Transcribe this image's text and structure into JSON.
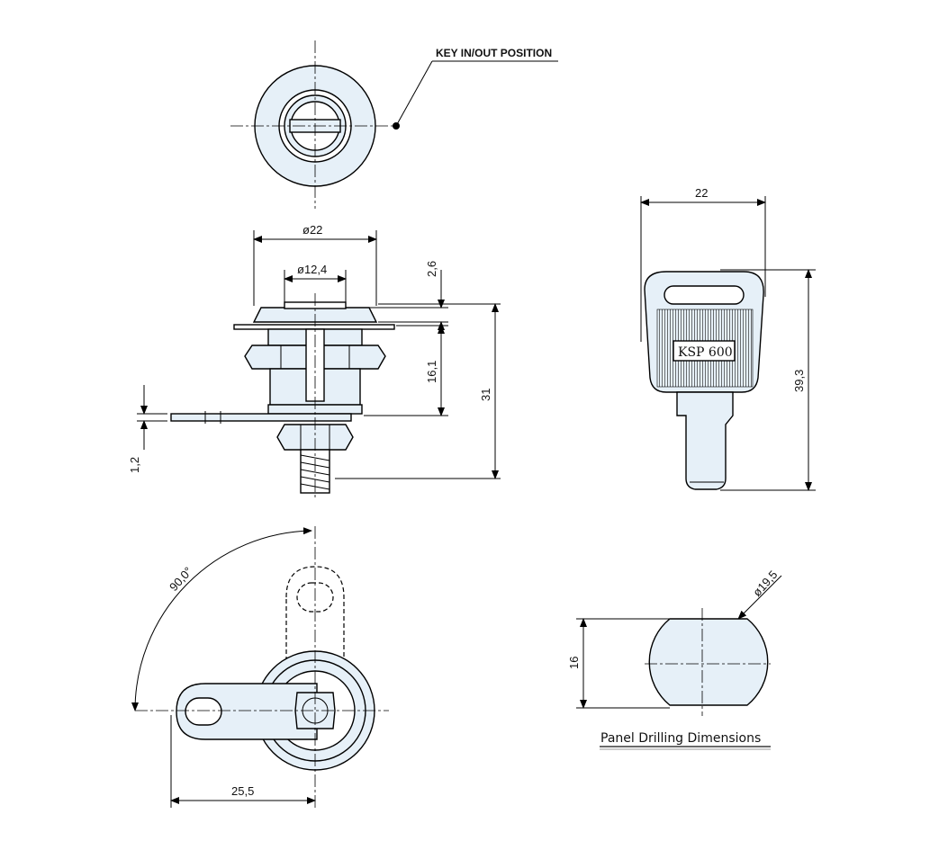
{
  "callout": {
    "key_position": "KEY IN/OUT POSITION"
  },
  "dimensions": {
    "outer_diameter": "ø22",
    "inner_diameter": "ø12,4",
    "flange_thickness": "2,6",
    "thread_length": "16,1",
    "overall_length": "31",
    "cam_thickness": "1,2",
    "key_width": "22",
    "key_length": "39,3",
    "rotation_angle": "90,0°",
    "cam_reach": "25,5",
    "panel_hole_diameter": "ø19,5",
    "panel_flat_width": "16"
  },
  "key": {
    "engraving": "KSP 600"
  },
  "panel": {
    "caption": "Panel Drilling Dimensions"
  }
}
